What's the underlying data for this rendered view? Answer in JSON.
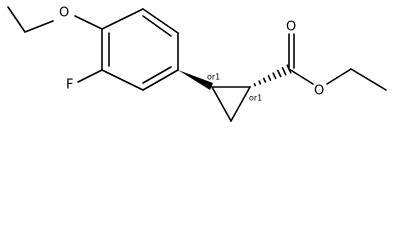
{
  "molecule": {
    "atom_labels": {
      "ethoxy_oxygen": "O",
      "fluorine": "F",
      "ester_carbonyl_oxygen": "O",
      "ester_alkoxy_oxygen": "O"
    },
    "stereo_labels": {
      "ring_carbon_aryl": "or1",
      "ring_carbon_ester": "or1"
    }
  }
}
